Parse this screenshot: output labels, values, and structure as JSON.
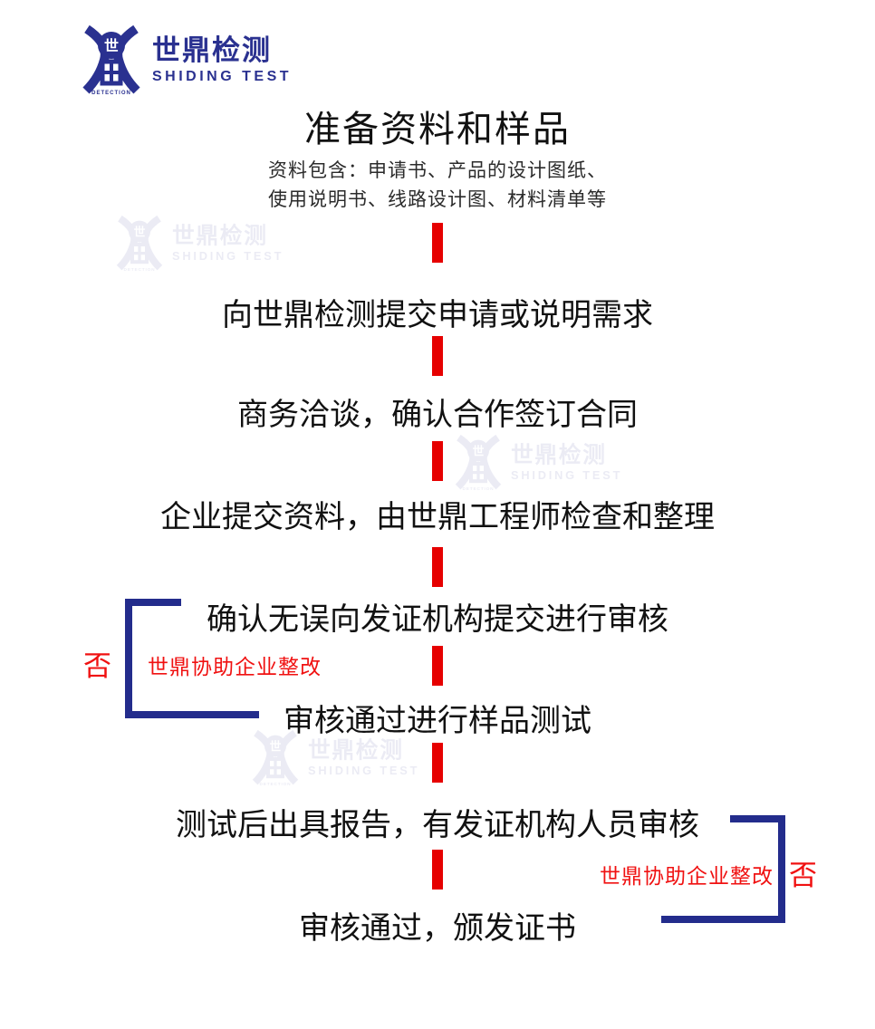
{
  "colors": {
    "logo-blue": "#2A3190",
    "connector-red": "#E60000",
    "loop-blue": "#232C8C",
    "label-red": "#F01111",
    "text-black": "#111111",
    "note-gray": "#2B2B2B"
  },
  "brand": {
    "name": "世鼎检测",
    "subtitle": "SHIDING TEST",
    "icon_char": "世",
    "icon_caption": "DETECTION"
  },
  "flow": {
    "title": "准备资料和样品",
    "notes": [
      "资料包含：申请书、产品的设计图纸、",
      "使用说明书、线路设计图、材料清单等"
    ],
    "steps": [
      "向世鼎检测提交申请或说明需求",
      "商务洽谈，确认合作签订合同",
      "企业提交资料，由世鼎工程师检查和整理",
      "确认无误向发证机构提交进行审核",
      "审核通过进行样品测试",
      "测试后出具报告，有发证机构人员审核",
      "审核通过，颁发证书"
    ],
    "no_label": "否",
    "rework_label_left": "世鼎协助企业整改",
    "rework_label_right": "世鼎协助企业整改"
  }
}
